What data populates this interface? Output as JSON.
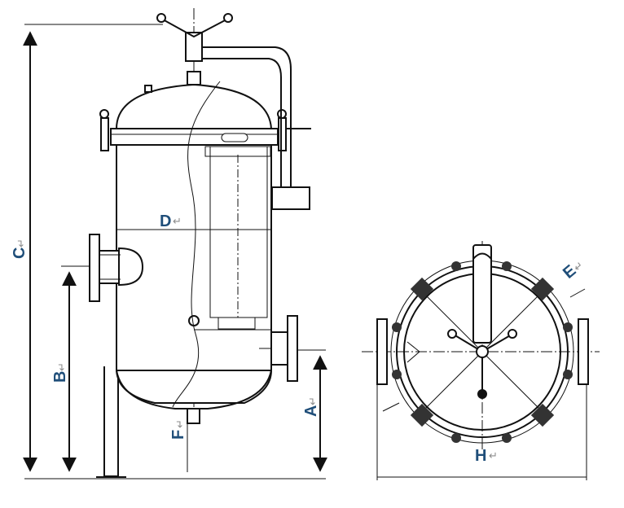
{
  "labels": {
    "A": "A",
    "B": "B",
    "C": "C",
    "D": "D",
    "E": "E",
    "F": "F",
    "H": "H"
  },
  "return_mark": "↵",
  "colors": {
    "label": "#1f4e79",
    "line": "#111111",
    "return_mark": "#8c8c8c"
  }
}
